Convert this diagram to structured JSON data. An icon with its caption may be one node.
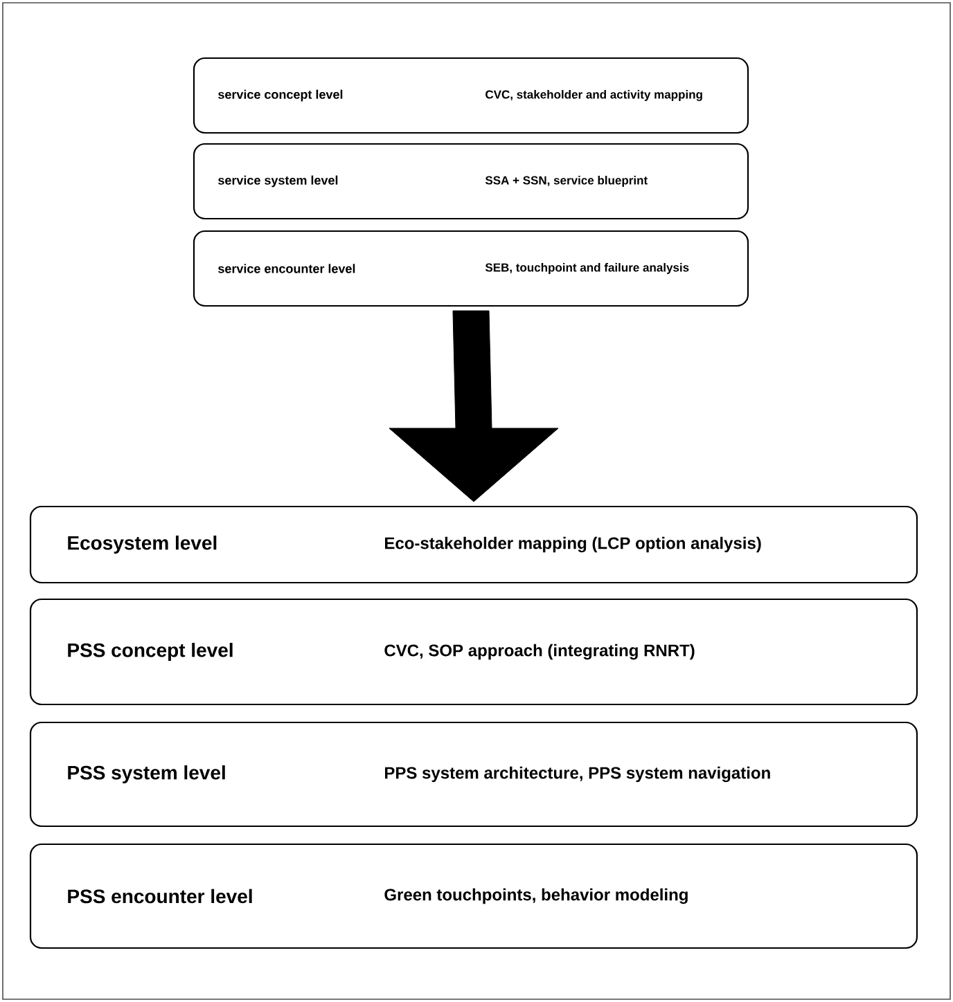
{
  "diagram": {
    "nodes": [
      {
        "text": [
          "service concept level",
          "CVC, stakeholder and activity mapping"
        ]
      },
      {
        "text": [
          "service system level",
          "SSA + SSN, service blueprint"
        ]
      },
      {
        "text": [
          "service encounter level",
          "SEB, touchpoint and failure analysis"
        ]
      },
      {
        "text": [
          "Ecosystem level",
          "Eco-stakeholder mapping (LCP option analysis)"
        ]
      },
      {
        "text": [
          "PSS concept level",
          "CVC, SOP approach (integrating RNRT)"
        ]
      },
      {
        "text": [
          "PSS system level",
          "PPS system architecture, PPS system navigation"
        ]
      },
      {
        "text": [
          "PSS encounter level",
          "Green touchpoints, behavior modeling"
        ]
      }
    ],
    "edges": [
      {
        "from": 2,
        "to": 3,
        "arrow": "to",
        "style": "thick"
      }
    ]
  }
}
